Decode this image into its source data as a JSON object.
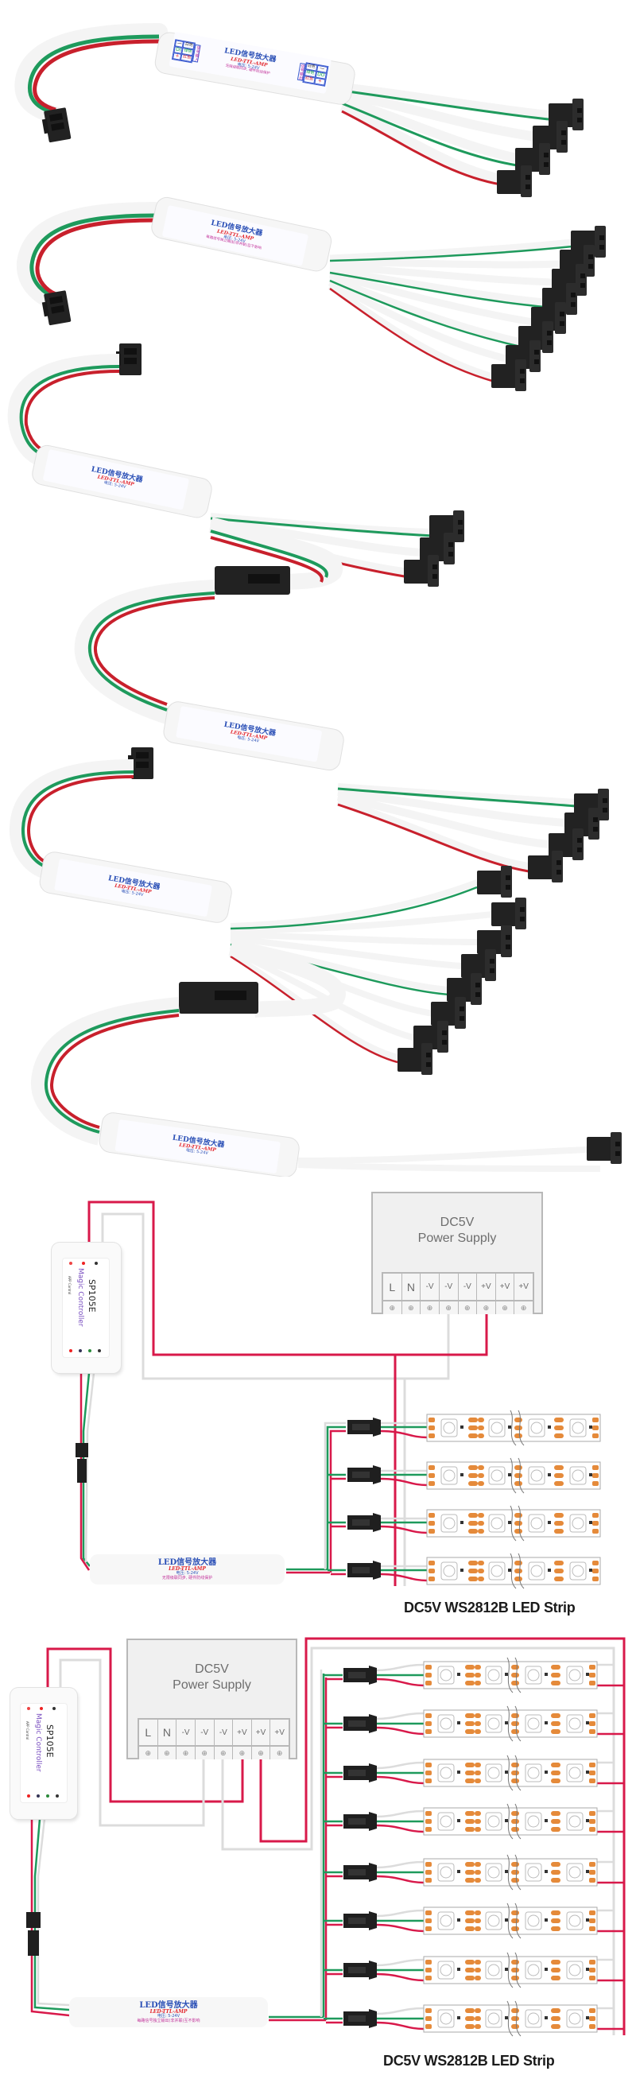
{
  "products": [
    {
      "id": "p1",
      "description": "1-to-4 signal amplifier cable",
      "outputs": 4
    },
    {
      "id": "p2",
      "description": "1-to-8 signal amplifier cable",
      "outputs": 8
    },
    {
      "id": "p3",
      "description": "two cascaded 1-to-4 amplifiers",
      "outputs": 4
    },
    {
      "id": "p4",
      "description": "two cascaded 1-to-8 amplifiers",
      "outputs": 8
    }
  ],
  "amplifier_label": {
    "title": "LED信号放大器",
    "model": "LED-TTL-AMP",
    "voltage": "电压: 5-24V",
    "desc1": "无限级联同步, 硬件防线保护",
    "desc2": "每路信号独立输出(非并联)互不影响",
    "input_header": "信号输入",
    "output_header": "信号输出",
    "input_pins": [
      {
        "symbol": "—",
        "color": "白色"
      },
      {
        "symbol": "DI",
        "color": "绿色"
      },
      {
        "symbol": "+",
        "color": "红色"
      }
    ],
    "output_pins": [
      {
        "symbol": "—",
        "color": "白色"
      },
      {
        "symbol": "DO",
        "color": "绿色"
      },
      {
        "symbol": "+",
        "color": "红色"
      }
    ]
  },
  "diagrams": [
    {
      "controller": {
        "model": "SP105E",
        "name": "Magic Controller",
        "app_text": "APP Control"
      },
      "power_supply": {
        "line1": "DC5V",
        "line2": "Power Supply",
        "terminals": [
          "L",
          "N",
          "-V",
          "-V",
          "-V",
          "+V",
          "+V",
          "+V"
        ]
      },
      "strip_label": "DC5V WS2812B LED Strip",
      "strip_count": 4
    },
    {
      "controller": {
        "model": "SP105E",
        "name": "Magic Controller",
        "app_text": "APP Control"
      },
      "power_supply": {
        "line1": "DC5V",
        "line2": "Power Supply",
        "terminals": [
          "L",
          "N",
          "-V",
          "-V",
          "-V",
          "+V",
          "+V",
          "+V"
        ]
      },
      "strip_label": "DC5V WS2812B LED Strip",
      "strip_count": 8
    }
  ],
  "colors": {
    "wire_red": "#d8194a",
    "wire_green": "#1e9a5c",
    "wire_white": "#e2e2e2",
    "connector_black": "#1f1f1f",
    "led_pad_orange": "#e58a3a",
    "ps_border": "#b8b8b8",
    "ps_fill": "#f0f0f0"
  }
}
